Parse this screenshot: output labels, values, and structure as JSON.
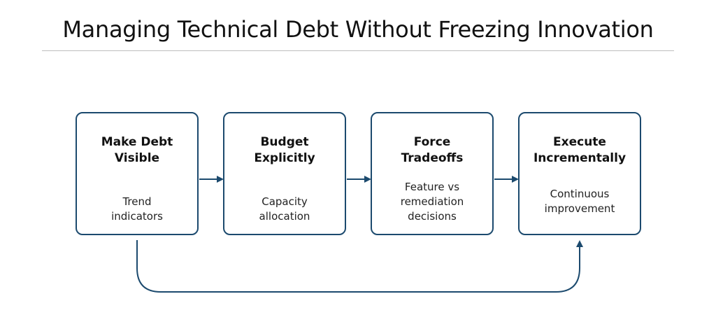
{
  "title": "Managing Technical Debt Without Freezing Innovation",
  "colors": {
    "accent": "#1c4a6e",
    "divider": "#bdbdbd",
    "text": "#111111"
  },
  "steps": [
    {
      "title_lines": [
        "Make Debt",
        "Visible"
      ],
      "sub_lines": [
        "Trend",
        "indicators"
      ]
    },
    {
      "title_lines": [
        "Budget",
        "Explicitly"
      ],
      "sub_lines": [
        "Capacity",
        "allocation"
      ]
    },
    {
      "title_lines": [
        "Force",
        "Tradeoffs"
      ],
      "sub_lines": [
        "Feature vs",
        "remediation",
        "decisions"
      ]
    },
    {
      "title_lines": [
        "Execute",
        "Incrementally"
      ],
      "sub_lines": [
        "Continuous",
        "improvement"
      ]
    }
  ]
}
